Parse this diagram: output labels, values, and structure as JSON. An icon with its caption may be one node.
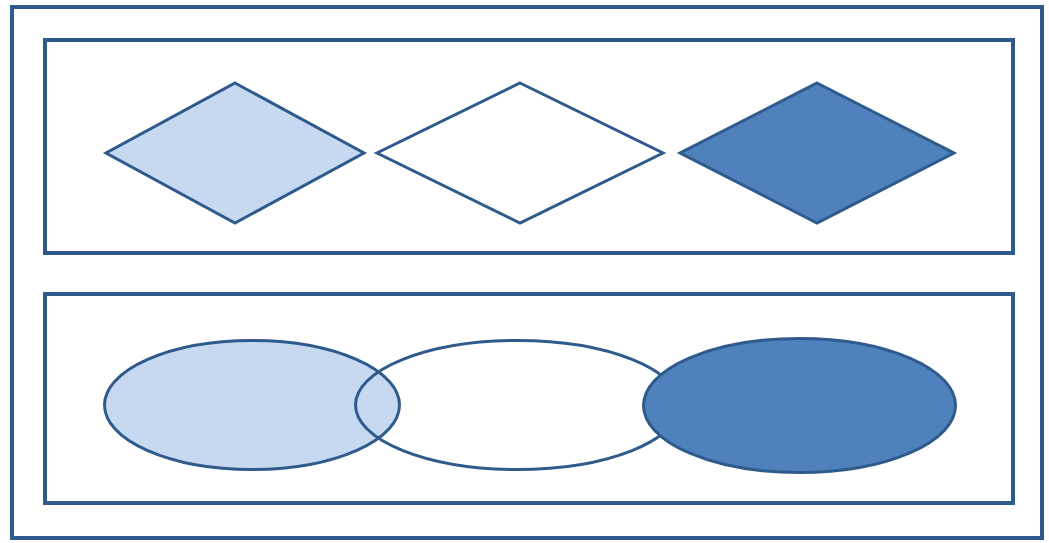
{
  "diagram": {
    "nodes": [
      {
        "text": [],
        "shape": "box"
      },
      {
        "text": [],
        "shape": "box",
        "in": 0
      },
      {
        "text": [],
        "shape": "box",
        "in": 0
      },
      {
        "text": [],
        "shape": "diamond",
        "in": 1
      },
      {
        "text": [],
        "shape": "diamond",
        "in": 1
      },
      {
        "text": [],
        "shape": "diamond",
        "in": 1
      },
      {
        "text": [],
        "shape": "ellipse",
        "in": 2
      },
      {
        "text": [],
        "shape": "ellipse",
        "in": 2
      },
      {
        "text": [],
        "shape": "ellipse",
        "in": 2
      }
    ]
  }
}
